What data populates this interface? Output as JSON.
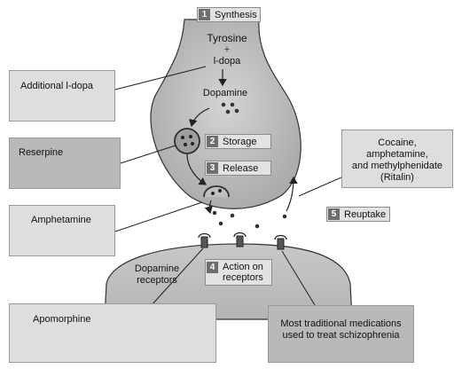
{
  "steps": [
    {
      "number": "1",
      "label": "Synthesis"
    },
    {
      "number": "2",
      "label": "Storage"
    },
    {
      "number": "3",
      "label": "Release"
    },
    {
      "number": "4",
      "label_line1": "Action on",
      "label_line2": "receptors"
    },
    {
      "number": "5",
      "label": "Reuptake"
    }
  ],
  "molecules": {
    "tyrosine": "Tyrosine",
    "plus": "+",
    "ldopa": "l-dopa",
    "dopamine": "Dopamine",
    "receptors_line1": "Dopamine",
    "receptors_line2": "receptors"
  },
  "drugs": {
    "additional_ldopa": "Additional l-dopa",
    "reserpine": "Reserpine",
    "amphetamine": "Amphetamine",
    "apomorphine": "Apomorphine",
    "cocaine_line1": "Cocaine, amphetamine,",
    "cocaine_line2": "and methylphenidate",
    "cocaine_line3": "(Ritalin)",
    "schizo_line1": "Most traditional medications",
    "schizo_line2": "used to treat schizophrenia"
  },
  "colors": {
    "neuron_fill": "#c4c4c4",
    "box_light": "#dedede",
    "box_dark": "#b9b9b9",
    "dot": "#3a3a3a"
  }
}
